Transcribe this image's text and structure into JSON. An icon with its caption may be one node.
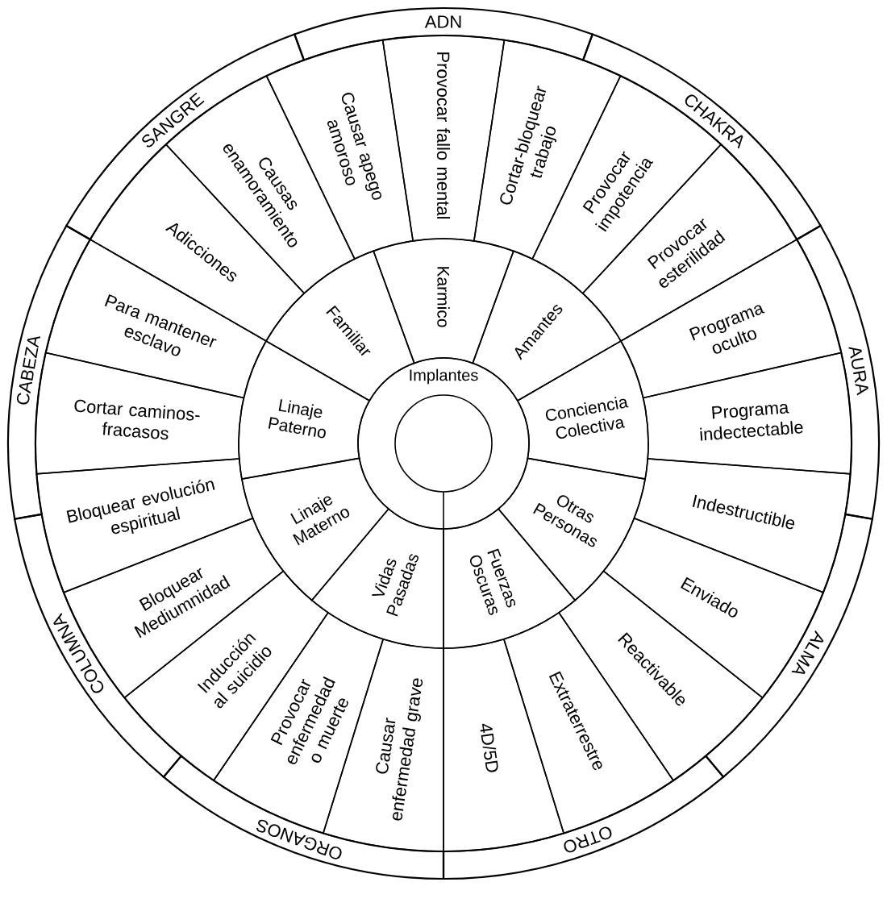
{
  "diagram": {
    "nodes": [
      {
        "text": [
          "Implantes"
        ]
      },
      {
        "text": [
          "Karmico"
        ]
      },
      {
        "text": [
          "Amantes"
        ]
      },
      {
        "text": [
          "Conciencia Colectiva"
        ]
      },
      {
        "text": [
          "Otras Personas"
        ]
      },
      {
        "text": [
          "Fuerzas Oscuras"
        ]
      },
      {
        "text": [
          "Vidas Pasadas"
        ]
      },
      {
        "text": [
          "Linaje Materno"
        ]
      },
      {
        "text": [
          "Linaje Paterno"
        ]
      },
      {
        "text": [
          "Familiar"
        ]
      },
      {
        "text": [
          "Provocar fallo mental"
        ]
      },
      {
        "text": [
          "Cortar-bloquear trabajo"
        ]
      },
      {
        "text": [
          "Provocar impotencia"
        ]
      },
      {
        "text": [
          "Provocar esterilidad"
        ]
      },
      {
        "text": [
          "Programa oculto"
        ]
      },
      {
        "text": [
          "Programa indectectable"
        ]
      },
      {
        "text": [
          "Indestructible"
        ]
      },
      {
        "text": [
          "Enviado"
        ]
      },
      {
        "text": [
          "Reactivable"
        ]
      },
      {
        "text": [
          "Extraterrestre"
        ]
      },
      {
        "text": [
          "4D/5D"
        ]
      },
      {
        "text": [
          "Causar enfermedad grave"
        ]
      },
      {
        "text": [
          "Provocar enfermedad o muerte"
        ]
      },
      {
        "text": [
          "Inducción al suicidio"
        ]
      },
      {
        "text": [
          "Bloquear Mediumnidad"
        ]
      },
      {
        "text": [
          "Bloquear evolución espiritual"
        ]
      },
      {
        "text": [
          "Cortar caminos-fracasos"
        ]
      },
      {
        "text": [
          "Para mantener esclavo"
        ]
      },
      {
        "text": [
          "Adicciones"
        ]
      },
      {
        "text": [
          "Causas enamoramiento"
        ]
      },
      {
        "text": [
          "Causar apego amoroso"
        ]
      },
      {
        "text": [
          "ADN"
        ]
      },
      {
        "text": [
          "CHAKRA"
        ]
      },
      {
        "text": [
          "AURA"
        ]
      },
      {
        "text": [
          "ALMA"
        ]
      },
      {
        "text": [
          "OTRO"
        ]
      },
      {
        "text": [
          "ORGANOS"
        ]
      },
      {
        "text": [
          "COLUMNA"
        ]
      },
      {
        "text": [
          "CABEZA"
        ]
      },
      {
        "text": [
          "SANGRE"
        ]
      }
    ]
  }
}
